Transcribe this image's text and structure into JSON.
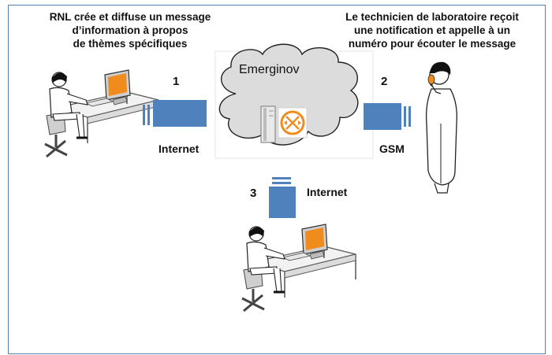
{
  "captions": {
    "left": "RNL crée et diffuse un message d’information  à propos de thèmes spécifiques",
    "left_lines": [
      "RNL crée et diffuse  un message",
      "d’information  à propos",
      "de thèmes spécifiques"
    ],
    "right_lines": [
      "Le technicien de laboratoire reçoit",
      "une notification et appelle à un",
      "numéro pour écouter le message"
    ]
  },
  "cloud": {
    "name": "Emerginov"
  },
  "links": [
    {
      "number": "1",
      "medium": "Internet"
    },
    {
      "number": "2",
      "medium": "GSM"
    },
    {
      "number": "3",
      "medium": "Internet"
    }
  ],
  "colors": {
    "frame_border": "#5b7fb0",
    "connector": "#4f81bd",
    "monitor_screen": "#f08c1e",
    "cloud_fill": "#dcdcdc"
  },
  "icons": [
    "person-at-computer-icon",
    "cloud-icon",
    "server-icon",
    "router-icon",
    "person-on-phone-icon"
  ]
}
